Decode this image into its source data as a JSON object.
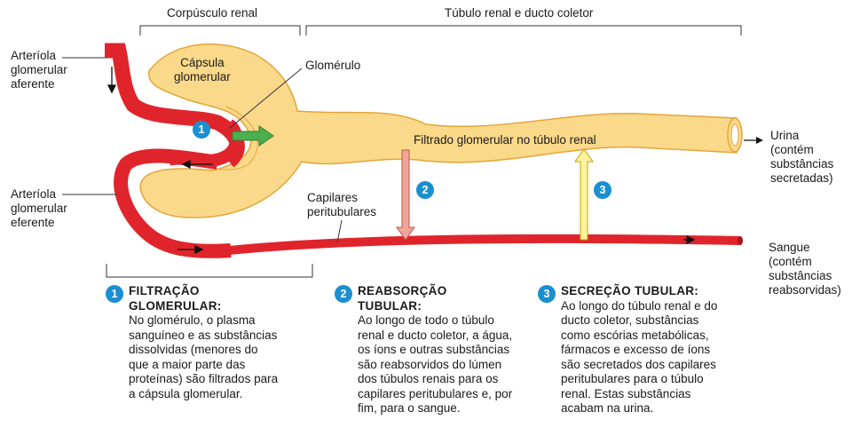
{
  "headers": {
    "renal_corpuscle": "Corpúsculo renal",
    "tubule_duct": "Túbulo renal e ducto coletor"
  },
  "labels": {
    "afferent": "Arteríola\nglomerular\naferente",
    "efferent": "Arteríola\nglomerular\neferente",
    "capsule": "Cápsula\nglomerular",
    "glomerulus": "Glomérulo",
    "filtrate": "Filtrado glomerular no túbulo renal",
    "capillaries": "Capilares\nperitubulares",
    "urine": "Urina\n(contém\nsubstâncias\nsecretadas)",
    "blood": "Sangue\n(contém\nsubstâncias\nreabsorvidas)"
  },
  "badges": [
    "1",
    "2",
    "3"
  ],
  "steps": [
    {
      "number": "1",
      "title": "FILTRAÇÃO\nGLOMERULAR:",
      "body": "No glomérulo, o plasma\nsanguíneo e as substâncias\ndissolvidas (menores do\nque a maior parte das\nproteínas) são filtrados para\na cápsula glomerular."
    },
    {
      "number": "2",
      "title": "REABSORÇÃO\nTUBULAR:",
      "body": "Ao longo de todo o túbulo\nrenal e ducto coletor, a água,\nos íons e outras substâncias\nsão reabsorvidos do lúmen\ndos túbulos renais para os\ncapilares peritubulares e, por\nfim, para o sangue."
    },
    {
      "number": "3",
      "title": "SECREÇÃO TUBULAR:",
      "body": "Ao longo do túbulo renal e do\nducto coletor, substâncias\ncomo escórias metabólicas,\nfármacos e excesso de íons\nsão secretados dos capilares\nperitubulares para o túbulo\nrenal. Estas substâncias\nacabam na urina."
    }
  ],
  "colors": {
    "tubule_fill": "#fbd98a",
    "tubule_stroke": "#e3a53a",
    "vessel": "#e0242b",
    "vessel_dark": "#a8131a",
    "badge": "#1b8fd1",
    "filtration_arrow": "#4caf50",
    "reabsorption_arrow": "#f0a59a",
    "secretion_arrow": "#fff3a0"
  }
}
